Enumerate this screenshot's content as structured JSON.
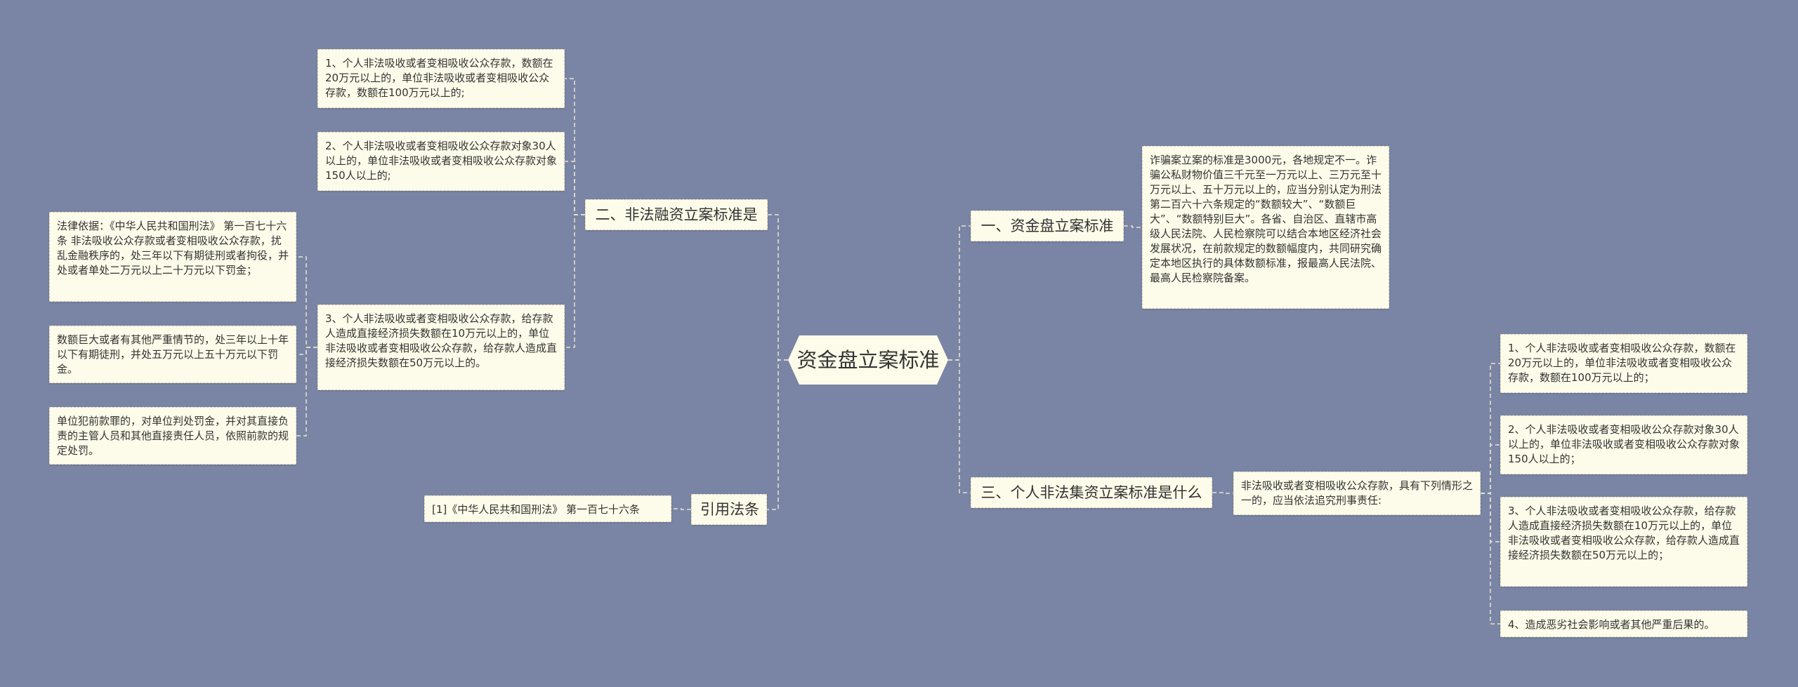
{
  "root": {
    "label": "资金盘立案标准"
  },
  "branches": {
    "b1": {
      "label": "一、资金盘立案标准",
      "items": [
        "诈骗案立案的标准是3000元，各地规定不一。诈骗公私财物价值三千元至一万元以上、三万元至十万元以上、五十万元以上的，应当分别认定为刑法第二百六十六条规定的“数额较大”、“数额巨大”、“数额特别巨大”。各省、自治区、直辖市高级人民法院、人民检察院可以结合本地区经济社会发展状况，在前款规定的数额幅度内，共同研究确定本地区执行的具体数额标准，报最高人民法院、最高人民检察院备案。"
      ]
    },
    "b2": {
      "label": "二、非法融资立案标准是",
      "items": [
        "1、个人非法吸收或者变相吸收公众存款，数额在20万元以上的，单位非法吸收或者变相吸收公众存款，数额在100万元以上的;",
        "2、个人非法吸收或者变相吸收公众存款对象30人以上的，单位非法吸收或者变相吸收公众存款对象150人以上的;",
        "3、个人非法吸收或者变相吸收公众存款，给存款人造成直接经济损失数额在10万元以上的，单位非法吸收或者变相吸收公众存款，给存款人造成直接经济损失数额在50万元以上的。"
      ],
      "sub_items": [
        "法律依据：《中华人民共和国刑法》 第一百七十六条 非法吸收公众存款或者变相吸收公众存款，扰乱金融秩序的，处三年以下有期徒刑或者拘役，并处或者单处二万元以上二十万元以下罚金；",
        "数额巨大或者有其他严重情节的，处三年以上十年以下有期徒刑，并处五万元以上五十万元以下罚金。",
        "单位犯前款罪的，对单位判处罚金，并对其直接负责的主管人员和其他直接责任人员，依照前款的规定处罚。"
      ]
    },
    "b3": {
      "label": "三、个人非法集资立案标准是什么",
      "intro": "非法吸收或者变相吸收公众存款，具有下列情形之一的，应当依法追究刑事责任:",
      "items": [
        "1、个人非法吸收或者变相吸收公众存款，数额在20万元以上的，单位非法吸收或者变相吸收公众存款，数额在100万元以上的；",
        "2、个人非法吸收或者变相吸收公众存款对象30人以上的，单位非法吸收或者变相吸收公众存款对象150人以上的；",
        "3、个人非法吸收或者变相吸收公众存款，给存款人造成直接经济损失数额在10万元以上的，单位非法吸收或者变相吸收公众存款，给存款人造成直接经济损失数额在50万元以上的；",
        "4、造成恶劣社会影响或者其他严重后果的。"
      ]
    },
    "b4": {
      "label": "引用法条",
      "items": [
        "[1]《中华人民共和国刑法》 第一百七十六条"
      ]
    }
  },
  "colors": {
    "background": "#7a85a5",
    "node": "#fdfbe9",
    "link": "#e8e4d0"
  }
}
